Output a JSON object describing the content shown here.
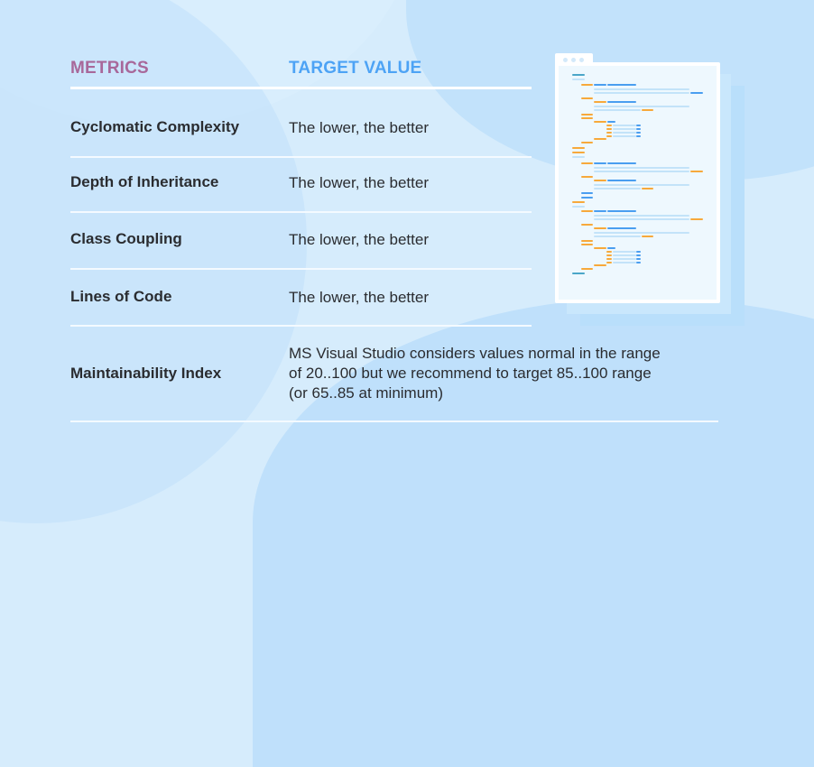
{
  "table": {
    "headers": {
      "metric": "METRICS",
      "target": "TARGET VALUE"
    },
    "rows": [
      {
        "metric": "Cyclomatic Complexity",
        "target": "The lower, the better"
      },
      {
        "metric": "Depth of Inheritance",
        "target": "The lower, the better"
      },
      {
        "metric": "Class Coupling",
        "target": "The lower, the better"
      },
      {
        "metric": "Lines of Code",
        "target": "The lower, the better"
      },
      {
        "metric": "Maintainability Index",
        "target_lines": [
          "MS Visual Studio considers values normal in the range",
          "of 20..100 but we recommend to target 85..100 range",
          "(or 65..85 at minimum)"
        ]
      }
    ]
  },
  "illustration": {
    "type": "code-editor-window",
    "icon": "code-window-icon"
  },
  "colors": {
    "metrics_header": "#a8689a",
    "target_header": "#4da3f5",
    "text": "#2a2c30",
    "background": "#d6ecfc",
    "code_orange": "#f7a93b",
    "code_blue": "#4a9ef0",
    "code_light": "#c3e3f9",
    "code_teal": "#4aa6c8"
  }
}
